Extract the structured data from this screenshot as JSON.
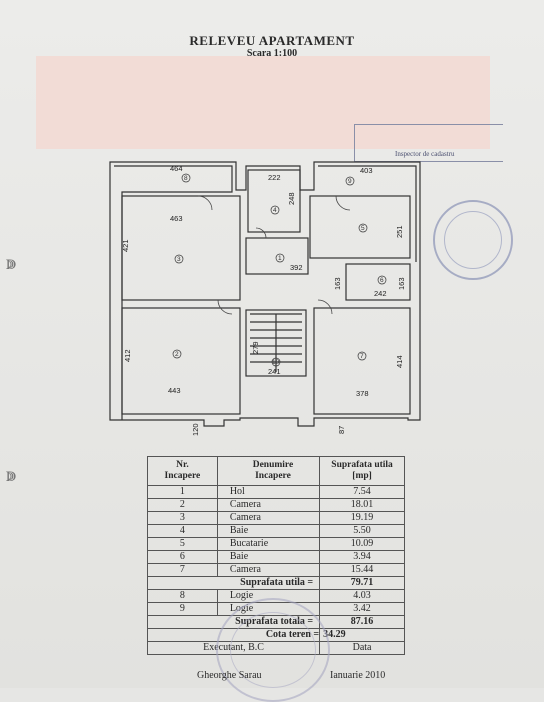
{
  "header": {
    "title": "RELEVEU APARTAMENT",
    "scale": "Scara 1:100"
  },
  "stamp_top": {
    "text": "Inspector de cadastru"
  },
  "plan": {
    "dimensions": [
      "464",
      "463",
      "421",
      "412",
      "443",
      "222",
      "248",
      "403",
      "251",
      "392",
      "242",
      "163",
      "163",
      "279",
      "241",
      "378",
      "414",
      "87",
      "120"
    ],
    "rooms": [
      "1",
      "2",
      "3",
      "4",
      "5",
      "6",
      "7",
      "8",
      "9",
      "10"
    ]
  },
  "table": {
    "headers": {
      "nr": "Nr.\nIncapere",
      "name": "Denumire\nIncapere",
      "area": "Suprafata utila\n[mp]"
    },
    "rows": [
      {
        "nr": "1",
        "name": "Hol",
        "area": "7.54"
      },
      {
        "nr": "2",
        "name": "Camera",
        "area": "18.01"
      },
      {
        "nr": "3",
        "name": "Camera",
        "area": "19.19"
      },
      {
        "nr": "4",
        "name": "Baie",
        "area": "5.50"
      },
      {
        "nr": "5",
        "name": "Bucatarie",
        "area": "10.09"
      },
      {
        "nr": "6",
        "name": "Baie",
        "area": "3.94"
      },
      {
        "nr": "7",
        "name": "Camera",
        "area": "15.44"
      }
    ],
    "useful_label": "Suprafata utila =",
    "useful_value": "79.71",
    "logii": [
      {
        "nr": "8",
        "name": "Logie",
        "area": "4.03"
      },
      {
        "nr": "9",
        "name": "Logie",
        "area": "3.42"
      }
    ],
    "total_label": "Suprafata totala =",
    "total_value": "87.16",
    "cota_label": "Cota teren =",
    "cota_value": "34.29",
    "executant_label": "Executant,",
    "executant_value": "B.C",
    "data_label": "Data"
  },
  "signature": {
    "name": "Gheorghe Sarau",
    "date": "Ianuarie 2010"
  }
}
